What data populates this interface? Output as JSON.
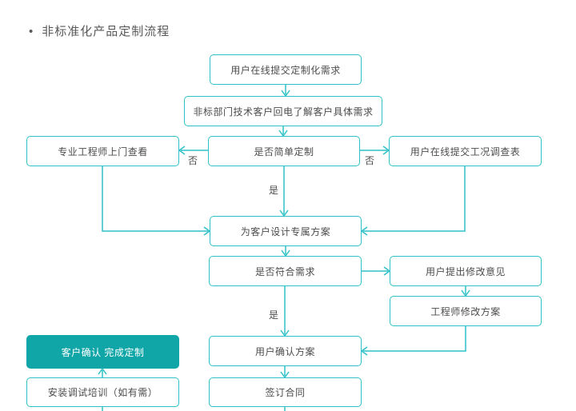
{
  "title": {
    "bullet": "•",
    "text": "非标准化产品定制流程"
  },
  "colors": {
    "accent_border": "#2fc1c6",
    "accent_fill": "#10a6a8",
    "node_text": "#4c4c4c",
    "title_text": "#595959",
    "node_background": "#ffffff"
  },
  "nodes": {
    "submit": "用户在线提交定制化需求",
    "callback": "非标部门技术客户回电了解客户具体需求",
    "engineer_visit": "专业工程师上门查看",
    "simple_custom": "是否简单定制",
    "survey": "用户在线提交工况调查表",
    "design": "为客户设计专属方案",
    "meet_req": "是否符合需求",
    "feedback": "用户提出修改意见",
    "modify": "工程师修改方案",
    "confirm_complete": "客户确认 完成定制",
    "user_confirm": "用户确认方案",
    "install": "安装调试培训（如有需）",
    "contract": "签订合同"
  },
  "edge_labels": {
    "no_left": "否",
    "no_right": "否",
    "yes_design": "是",
    "yes_confirm": "是"
  }
}
